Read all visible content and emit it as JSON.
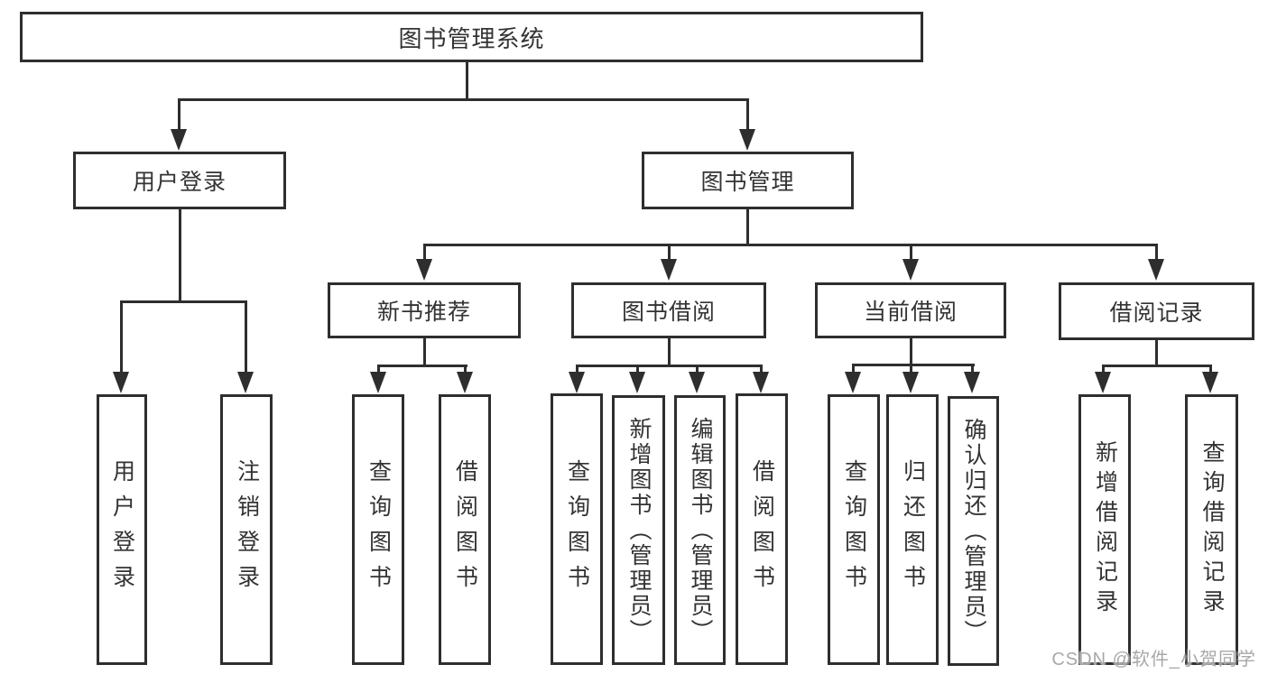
{
  "colors": {
    "line": "#2e2e2e",
    "text": "#333333",
    "watermark": "#a8a8a8",
    "background": "#ffffff"
  },
  "watermark": {
    "text": "CSDN @软件_小贺同学"
  },
  "tree": {
    "label": "图书管理系统",
    "children": [
      {
        "label": "用户登录",
        "children": [
          {
            "label": "用户登录"
          },
          {
            "label": "注销登录"
          }
        ]
      },
      {
        "label": "图书管理",
        "children": [
          {
            "label": "新书推荐",
            "children": [
              {
                "label": "查询图书"
              },
              {
                "label": "借阅图书"
              }
            ]
          },
          {
            "label": "图书借阅",
            "children": [
              {
                "label": "查询图书"
              },
              {
                "label": "新增图书（管理员）"
              },
              {
                "label": "编辑图书（管理员）"
              },
              {
                "label": "借阅图书"
              }
            ]
          },
          {
            "label": "当前借阅",
            "children": [
              {
                "label": "查询图书"
              },
              {
                "label": "归还图书"
              },
              {
                "label": "确认归还（管理员）"
              }
            ]
          },
          {
            "label": "借阅记录",
            "children": [
              {
                "label": "新增借阅记录"
              },
              {
                "label": "查询借阅记录"
              }
            ]
          }
        ]
      }
    ]
  }
}
